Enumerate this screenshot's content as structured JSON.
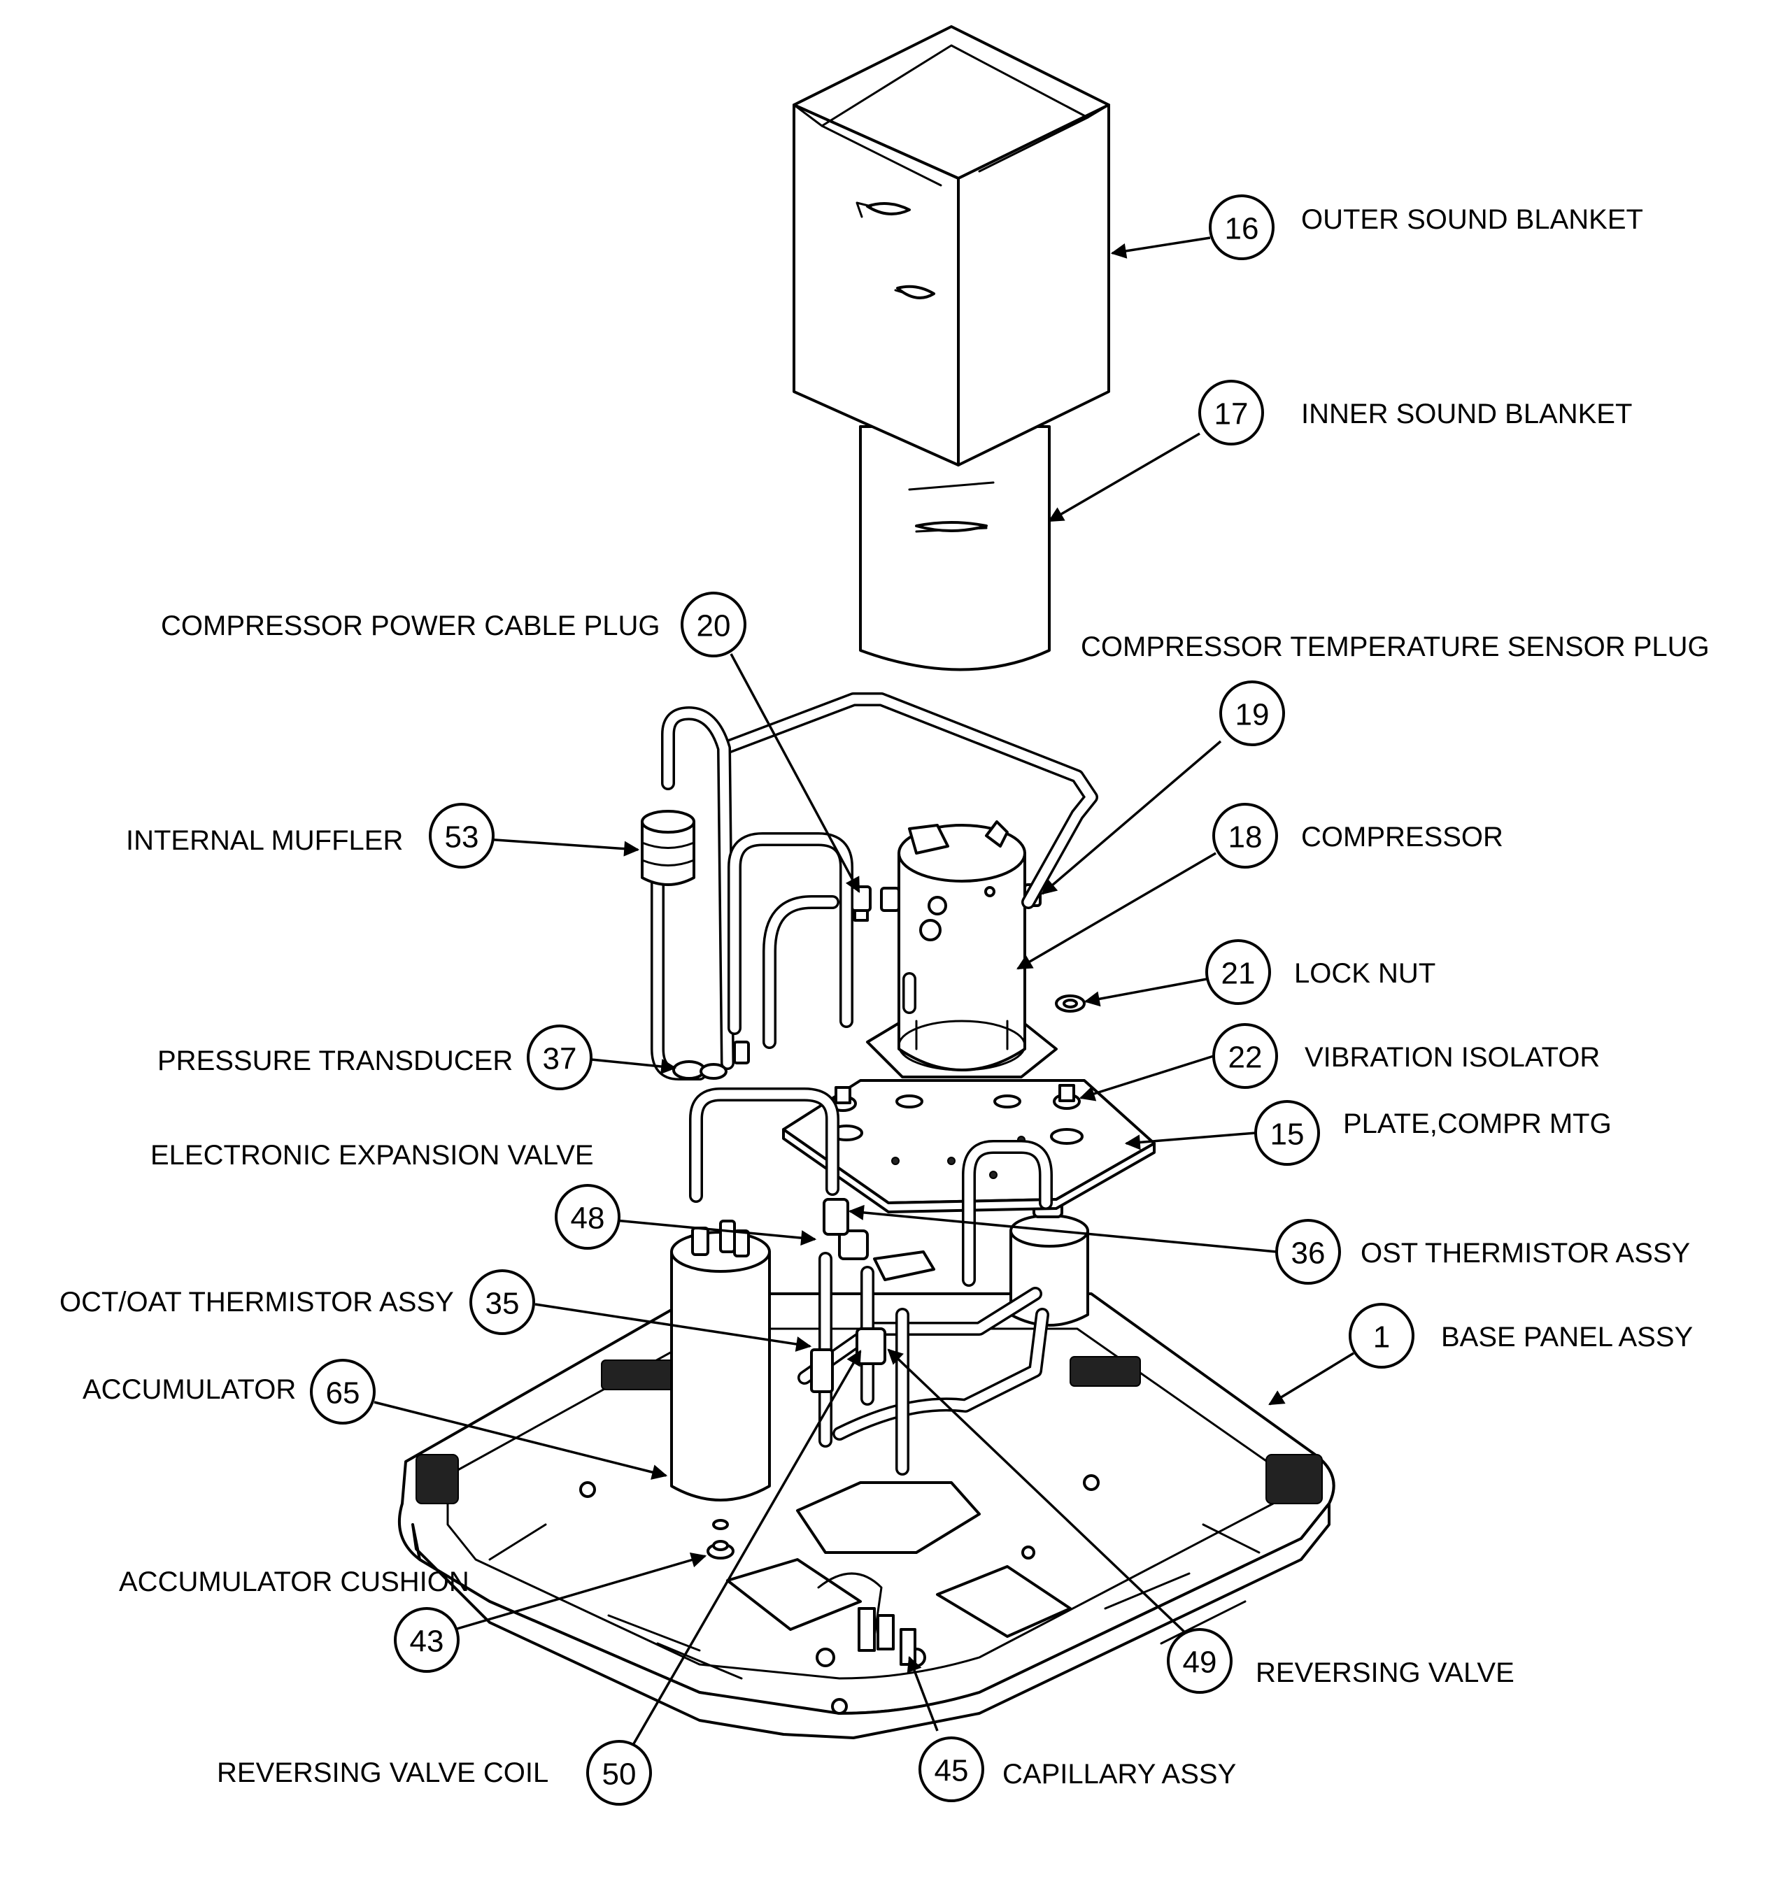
{
  "callouts": [
    {
      "id": "c16",
      "number": "16",
      "label": "OUTER SOUND BLANKET"
    },
    {
      "id": "c17",
      "number": "17",
      "label": "INNER SOUND BLANKET"
    },
    {
      "id": "c20",
      "number": "20",
      "label": "COMPRESSOR POWER CABLE PLUG"
    },
    {
      "id": "c19",
      "number": "19",
      "label": "COMPRESSOR TEMPERATURE SENSOR PLUG"
    },
    {
      "id": "c53",
      "number": "53",
      "label": "INTERNAL MUFFLER"
    },
    {
      "id": "c18",
      "number": "18",
      "label": "COMPRESSOR"
    },
    {
      "id": "c21",
      "number": "21",
      "label": "LOCK NUT"
    },
    {
      "id": "c37",
      "number": "37",
      "label": "PRESSURE TRANSDUCER"
    },
    {
      "id": "c22",
      "number": "22",
      "label": "VIBRATION ISOLATOR"
    },
    {
      "id": "c15",
      "number": "15",
      "label": "PLATE,COMPR MTG"
    },
    {
      "id": "c48",
      "number": "48",
      "label": "ELECTRONIC EXPANSION VALVE"
    },
    {
      "id": "c36",
      "number": "36",
      "label": "OST THERMISTOR ASSY"
    },
    {
      "id": "c35",
      "number": "35",
      "label": "OCT/OAT THERMISTOR ASSY"
    },
    {
      "id": "c1",
      "number": "1",
      "label": "BASE PANEL ASSY"
    },
    {
      "id": "c65",
      "number": "65",
      "label": "ACCUMULATOR"
    },
    {
      "id": "c43",
      "number": "43",
      "label": "ACCUMULATOR CUSHION"
    },
    {
      "id": "c49",
      "number": "49",
      "label": "REVERSING VALVE"
    },
    {
      "id": "c50",
      "number": "50",
      "label": "REVERSING VALVE COIL"
    },
    {
      "id": "c45",
      "number": "45",
      "label": "CAPILLARY ASSY"
    }
  ],
  "icons": {
    "outer_blanket": "outer-sound-blanket-icon",
    "inner_blanket": "inner-sound-blanket-icon",
    "compressor": "compressor-icon",
    "accumulator": "accumulator-icon",
    "base_panel": "base-panel-icon",
    "muffler": "muffler-icon",
    "plate": "mounting-plate-icon"
  },
  "colors": {
    "line": "#000000",
    "background": "#ffffff"
  }
}
